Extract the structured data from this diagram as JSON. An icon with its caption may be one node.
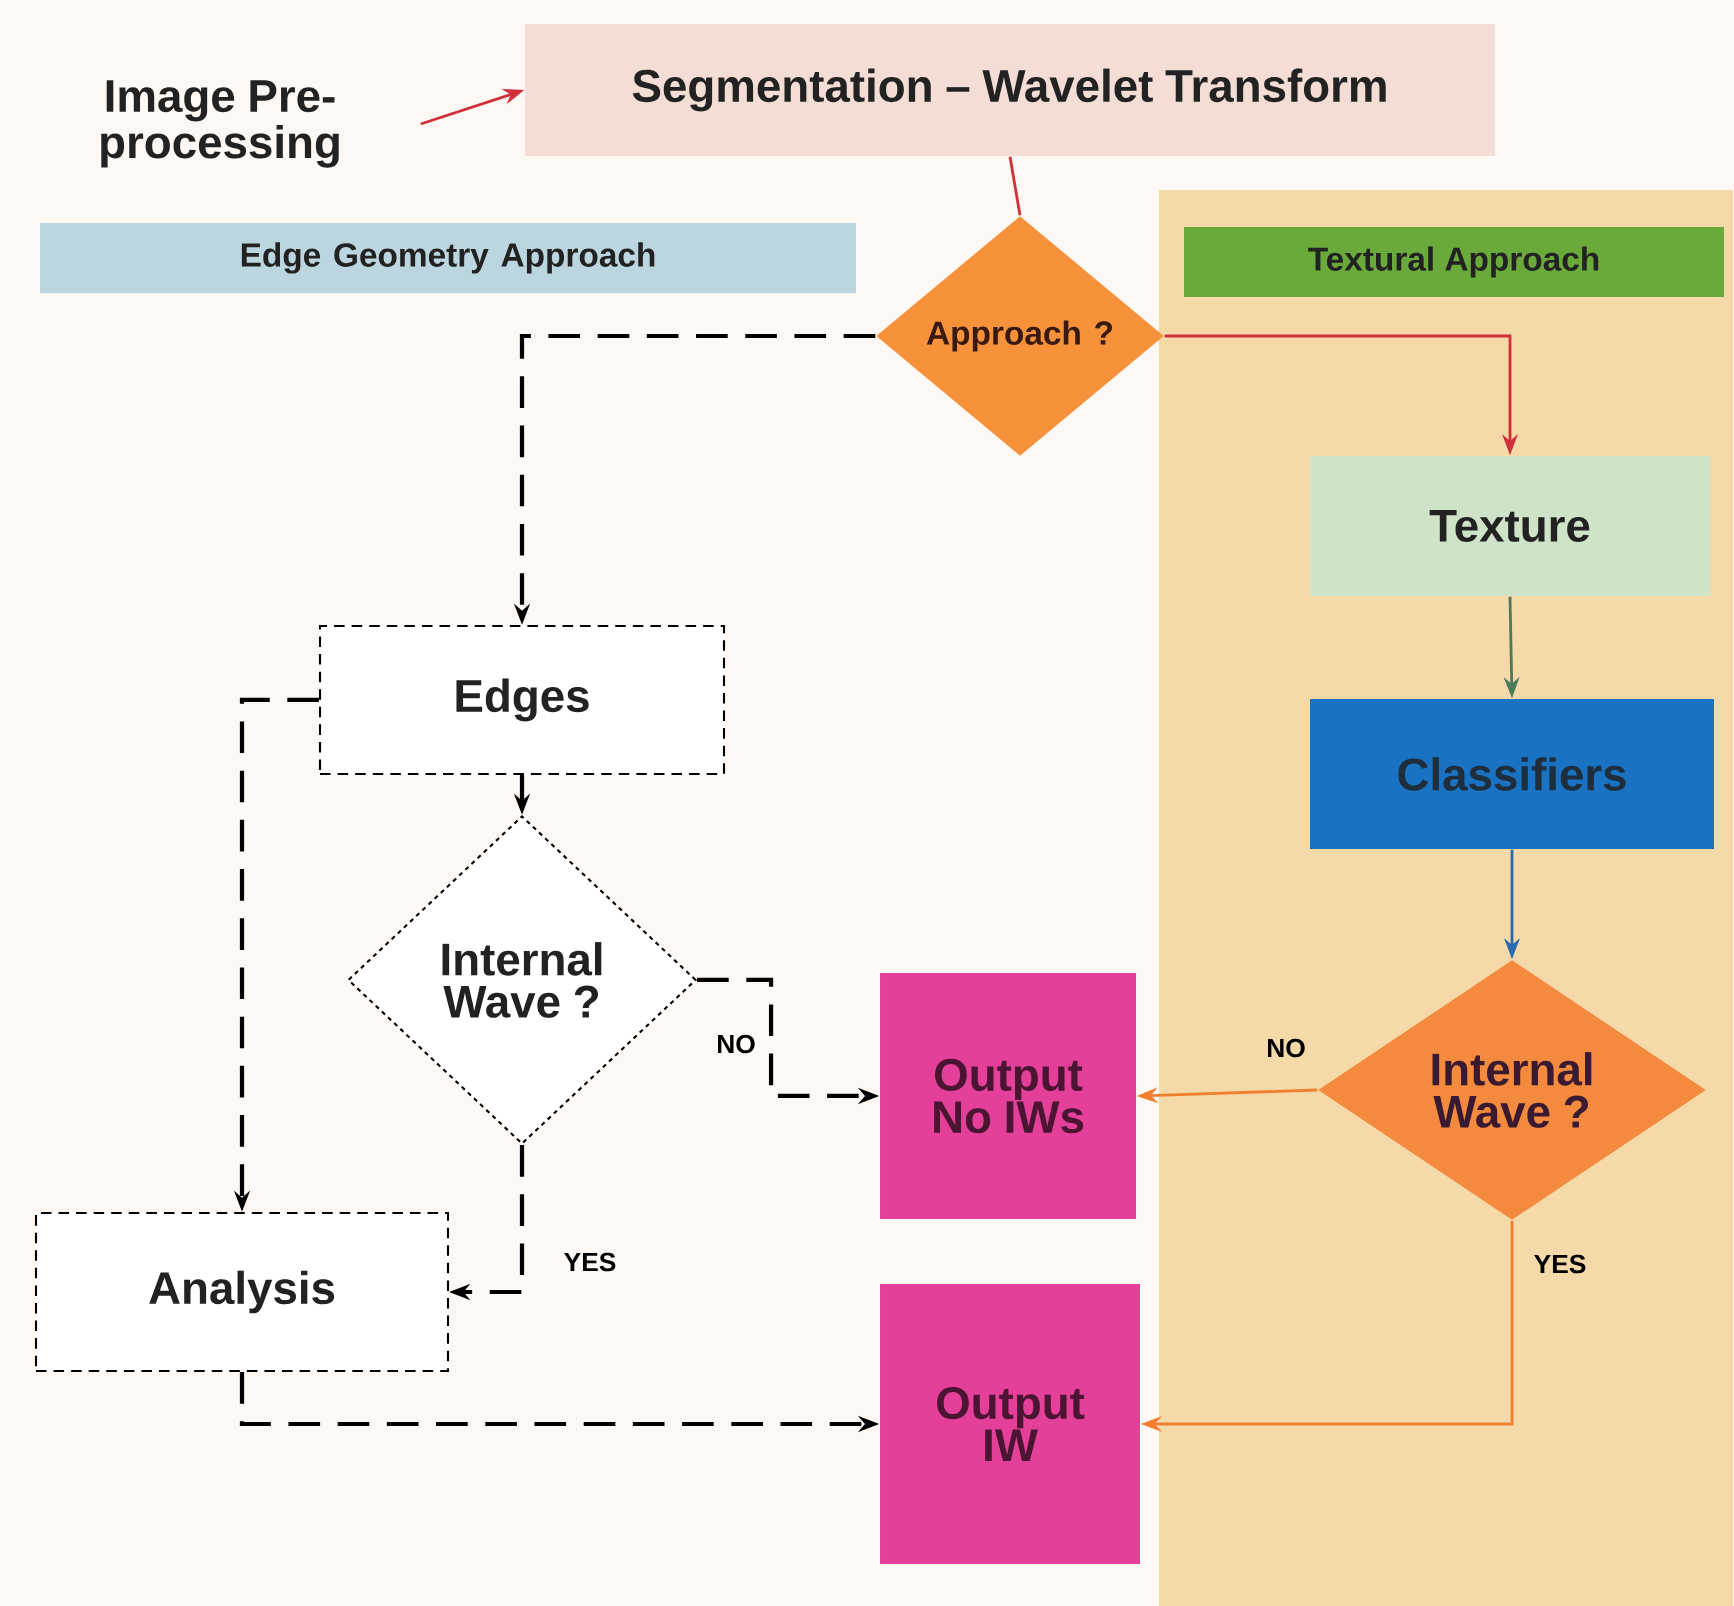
{
  "diagram": {
    "nodes": [
      {
        "text": [
          "Image Pre-processing"
        ]
      },
      {
        "text": [
          "Segmentation – Wavelet Transform"
        ]
      },
      {
        "text": [
          "Edge Geometry Approach"
        ]
      },
      {
        "text": [
          "Textural Approach"
        ]
      },
      {
        "text": [
          "Approach ?"
        ]
      },
      {
        "text": [
          "Texture"
        ],
        "in": 3
      },
      {
        "text": [
          "Edges"
        ]
      },
      {
        "text": [
          "Classifiers"
        ],
        "in": 3
      },
      {
        "text": [
          "Internal Wave ?"
        ]
      },
      {
        "text": [
          "Output No IWs"
        ]
      },
      {
        "text": [
          "Internal Wave ?"
        ],
        "in": 3
      },
      {
        "text": [
          "Analysis"
        ]
      },
      {
        "text": [
          "Output IW"
        ]
      }
    ],
    "edges": [
      {
        "from": 0,
        "to": 1,
        "arrow": "to",
        "color": "#d0303a"
      },
      {
        "from": 1,
        "to": 4,
        "arrow": "none",
        "color": "#d0303a"
      },
      {
        "from": 4,
        "to": 6,
        "arrow": "to",
        "style": "dashed"
      },
      {
        "from": 4,
        "to": 5,
        "arrow": "to",
        "color": "#d0303a"
      },
      {
        "from": 5,
        "to": 7,
        "arrow": "to",
        "color": "#4a7a5a"
      },
      {
        "from": 7,
        "to": 10,
        "arrow": "to",
        "color": "#2a6ab0"
      },
      {
        "from": 6,
        "to": 8,
        "arrow": "to",
        "style": "dashed"
      },
      {
        "from": 8,
        "to": 9,
        "arrow": "to",
        "style": "dashed",
        "label": "NO"
      },
      {
        "from": 10,
        "to": 9,
        "arrow": "to",
        "color": "#f08030",
        "label": "NO"
      },
      {
        "from": 8,
        "to": 11,
        "arrow": "to",
        "style": "dashed",
        "label": "YES"
      },
      {
        "from": 6,
        "to": 11,
        "arrow": "to",
        "style": "dashed"
      },
      {
        "from": 11,
        "to": 12,
        "arrow": "to",
        "style": "dashed"
      },
      {
        "from": 10,
        "to": 12,
        "arrow": "to",
        "color": "#f08030",
        "label": "YES"
      }
    ]
  }
}
